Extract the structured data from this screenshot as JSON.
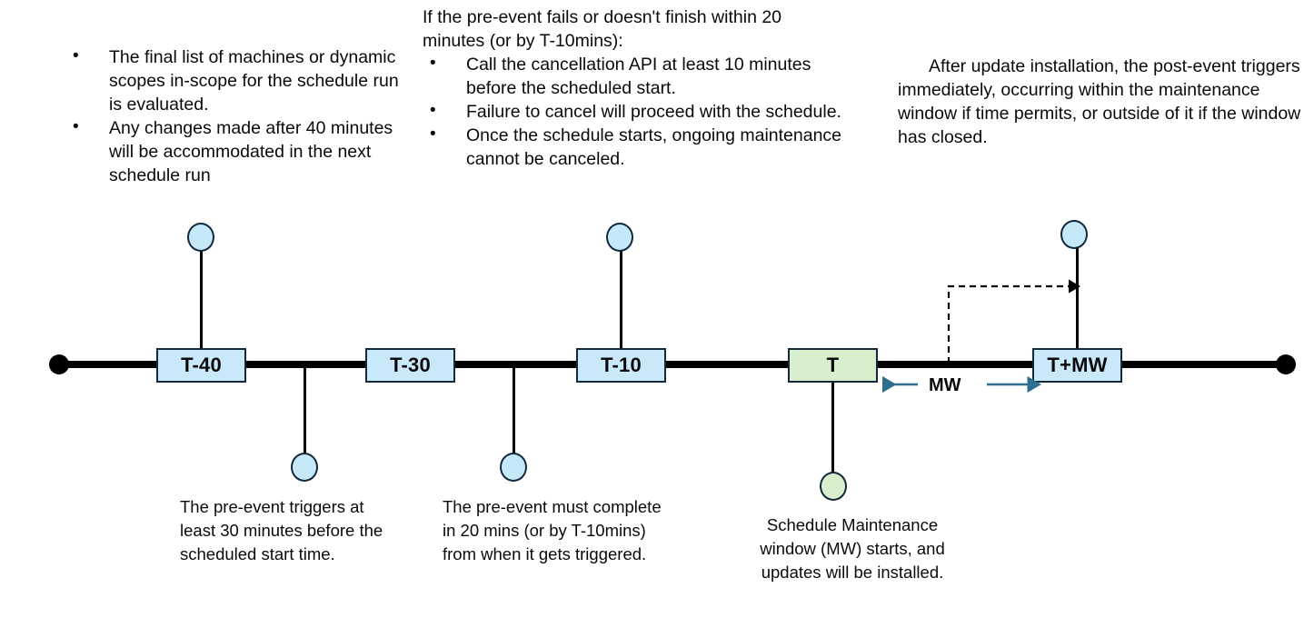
{
  "notes": {
    "left": {
      "bullets": [
        "The final list of machines or dynamic scopes in-scope for the schedule run is evaluated.",
        "Any changes made after 40 minutes will be accommodated in the next schedule run"
      ]
    },
    "middle": {
      "lead": "If the pre-event fails or doesn't finish within 20 minutes (or by T-10mins):",
      "bullets": [
        "Call the cancellation API at least 10 minutes before the scheduled start.",
        "Failure to cancel will proceed with the schedule.",
        "Once the schedule starts, ongoing maintenance cannot be canceled."
      ]
    },
    "right": {
      "text": "After update installation, the post-event triggers immediately, occurring within the maintenance window if time permits, or outside of it if the window has closed."
    }
  },
  "timeline": {
    "nodes": [
      {
        "label": "T-40",
        "color": "blue"
      },
      {
        "label": "T-30",
        "color": "blue"
      },
      {
        "label": "T-10",
        "color": "blue"
      },
      {
        "label": "T",
        "color": "green"
      },
      {
        "label": "T+MW",
        "color": "blue"
      }
    ],
    "mw_label": "MW"
  },
  "captions": {
    "pre_event_trigger": "The pre-event triggers at least 30 minutes before the scheduled start time.",
    "pre_event_complete": "The pre-event must complete in 20 mins (or by T-10mins) from when it gets triggered.",
    "maintenance_window": "Schedule Maintenance window (MW) starts, and updates will be installed."
  },
  "colors": {
    "box_blue_fill": "#c9e8fa",
    "box_green_fill": "#d8eecd",
    "box_border": "#12293b",
    "axis": "#000000",
    "mw_arrow": "#2e6e8e",
    "dashed_arrow": "#000000"
  }
}
